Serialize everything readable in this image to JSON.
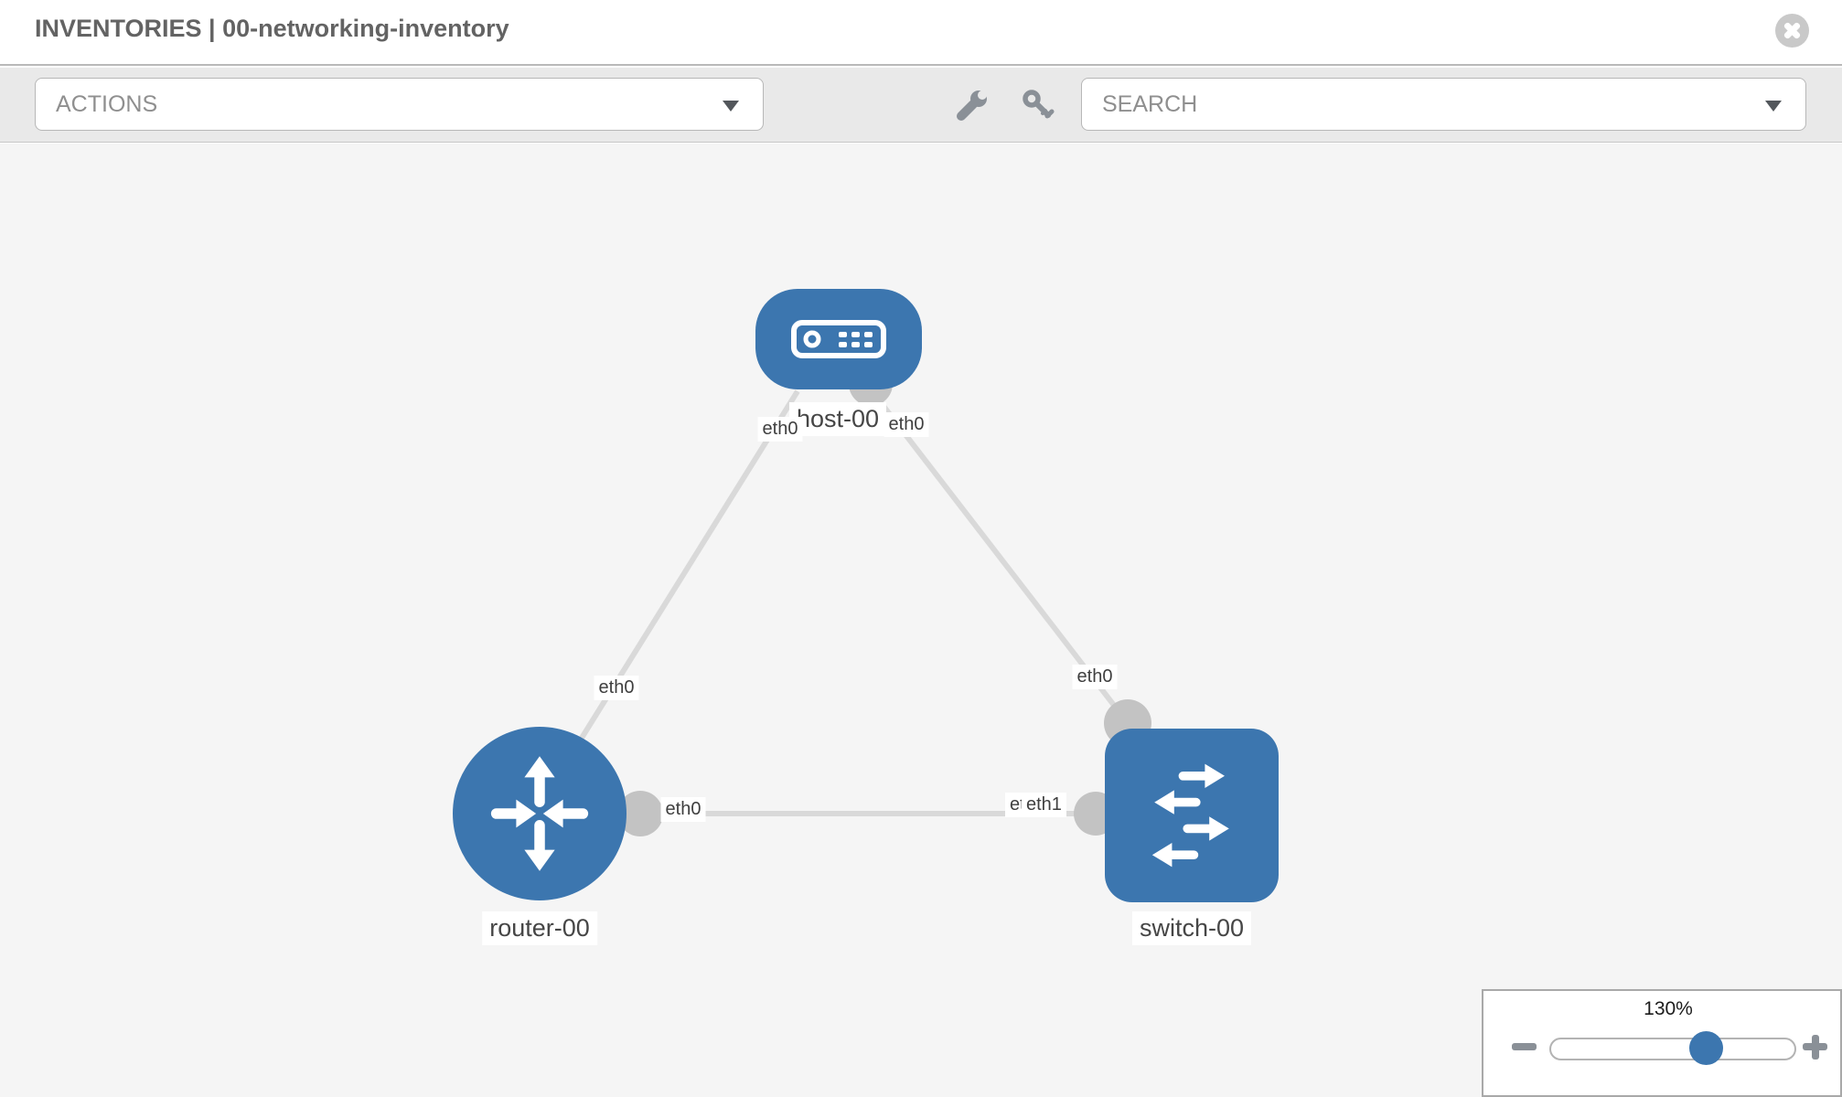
{
  "header": {
    "title": "INVENTORIES | 00-networking-inventory"
  },
  "toolbar": {
    "actions_label": "ACTIONS",
    "search_label": "SEARCH"
  },
  "topology": {
    "nodes": [
      {
        "name": "host-00",
        "type": "host"
      },
      {
        "name": "router-00",
        "type": "router"
      },
      {
        "name": "switch-00",
        "type": "switch"
      }
    ],
    "links": [
      {
        "source": "host-00",
        "source_interface": "eth0",
        "target": "router-00",
        "target_interface": "eth0"
      },
      {
        "source": "host-00",
        "source_interface": "eth0",
        "target": "switch-00",
        "target_interface": "eth0"
      },
      {
        "source": "router-00",
        "source_interface": "eth0",
        "target": "switch-00",
        "target_interface": "eth1"
      }
    ],
    "iface_labels": {
      "host_left": "eth0",
      "host_right": "eth0",
      "router_top": "eth0",
      "router_right": "eth0",
      "switch_top": "eth0",
      "switch_left_under": "eth0",
      "switch_left_over": "eth1"
    }
  },
  "zoom_control": {
    "level": "130%"
  },
  "icons": [
    "close-icon",
    "chevron-down-icon",
    "wrench-icon",
    "key-icon",
    "host-device-icon",
    "router-arrows-icon",
    "switch-arrows-icon",
    "minus-icon",
    "plus-icon"
  ],
  "colors": {
    "node_blue": "#3c76af",
    "link_gray": "#d9d9d9",
    "connector_gray": "#c3c3c3",
    "canvas_bg": "#f5f5f5",
    "toolbar_bg": "#e9e9e9",
    "icon_gray": "#8a9097"
  }
}
